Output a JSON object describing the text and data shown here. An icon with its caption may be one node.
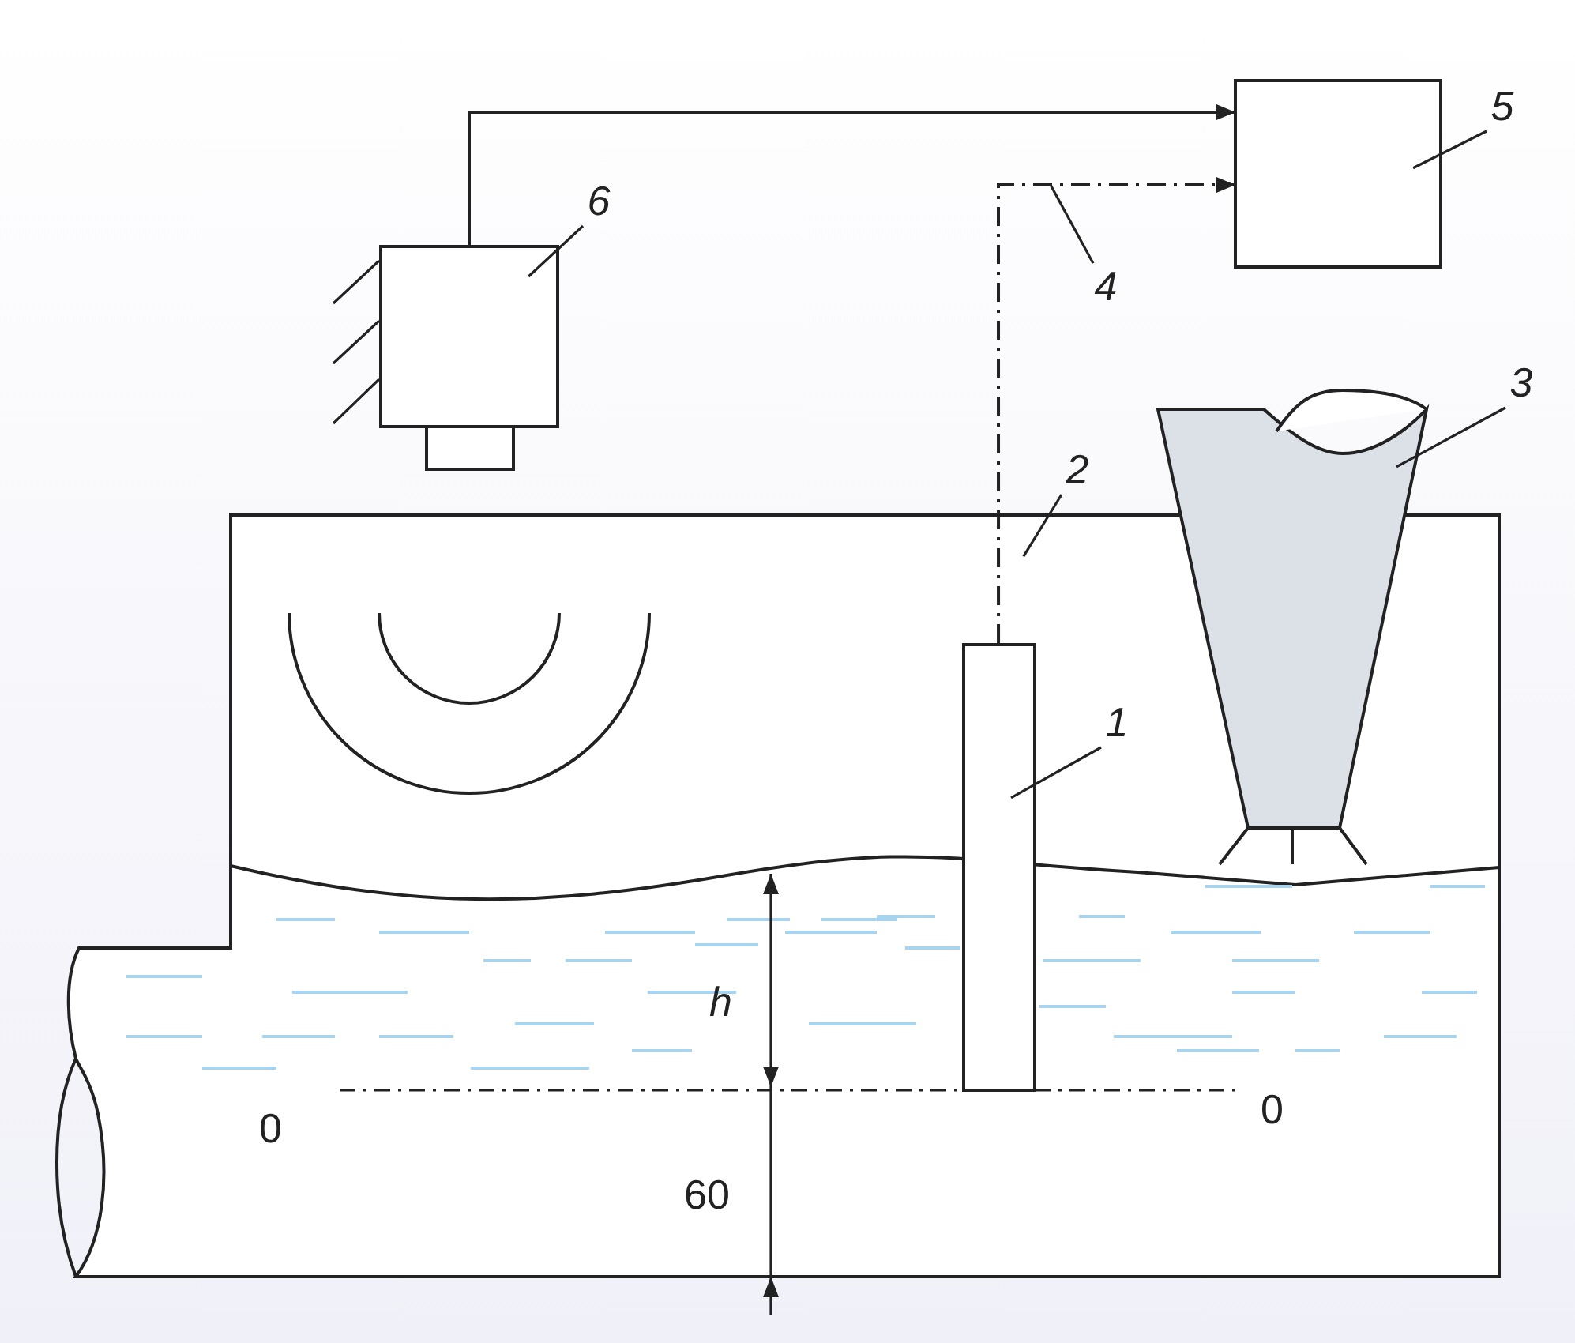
{
  "diagram": {
    "nodes": [
      {
        "text": [],
        "shape": "box"
      },
      {
        "text": [],
        "shape": "box"
      },
      {
        "text": [],
        "shape": "box"
      },
      {
        "text": [],
        "shape": "bar",
        "in": 2
      },
      {
        "text": [],
        "shape": "trapezoid"
      },
      {
        "text": [
          "1"
        ],
        "in": 2
      },
      {
        "text": [
          "2"
        ]
      },
      {
        "text": [
          "3"
        ]
      },
      {
        "text": [
          "4"
        ]
      },
      {
        "text": [
          "5"
        ]
      },
      {
        "text": [
          "6"
        ]
      }
    ],
    "edges": [
      {
        "from": 0,
        "to": 1,
        "arrow": "to"
      },
      {
        "from": 3,
        "to": 1,
        "arrow": "to",
        "style": "dashed"
      },
      {
        "from": 10,
        "to": 0,
        "arrow": "none"
      },
      {
        "from": 9,
        "to": 1,
        "arrow": "none"
      },
      {
        "from": 8,
        "to": null,
        "arrow": "none"
      },
      {
        "from": 7,
        "to": 4,
        "arrow": "none"
      },
      {
        "from": 6,
        "to": 2,
        "arrow": "none"
      },
      {
        "from": 5,
        "to": 3,
        "arrow": "none"
      }
    ],
    "labels": [
      "h",
      "0",
      "0",
      "60"
    ]
  }
}
